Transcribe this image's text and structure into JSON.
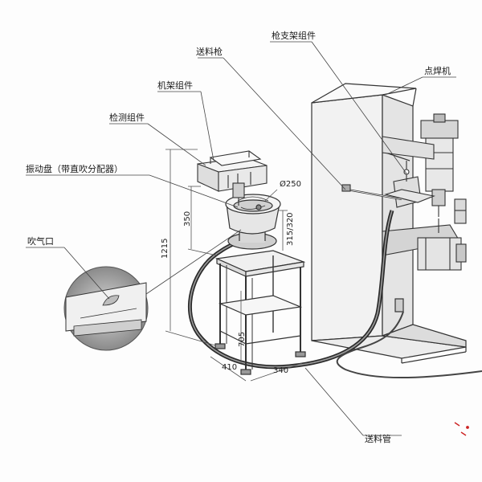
{
  "labels": {
    "gun_bracket_assembly": "枪支架组件",
    "feed_gun": "送料枪",
    "spot_welder": "点焊机",
    "frame_assembly": "机架组件",
    "detection_assembly": "检测组件",
    "vibratory_bowl": "振动盘（带直吹分配器）",
    "air_blow_port": "吹气口",
    "feed_tube": "送料管"
  },
  "dimensions": {
    "bowl_diameter": "Ø250",
    "height_350": "350",
    "height_1215": "1215",
    "height_315_320": "315/320",
    "height_705": "705",
    "width_410": "410",
    "depth_340": "340"
  }
}
